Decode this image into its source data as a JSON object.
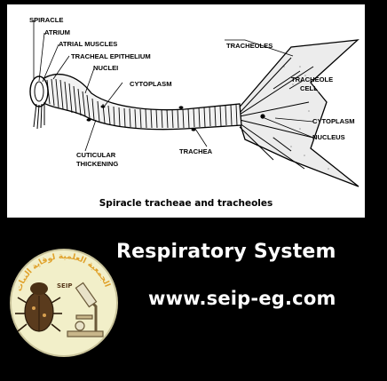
{
  "diagram": {
    "labels": {
      "spiracle": "SPIRACLE",
      "atrium": "ATRIUM",
      "atrial_muscles": "ATRIAL MUSCLES",
      "tracheal_epithelium": "TRACHEAL EPITHELIUM",
      "nuclei": "NUCLEI",
      "cytoplasm_trachea": "CYTOPLASM",
      "cuticular_thickening_1": "CUTICULAR",
      "cuticular_thickening_2": "THICKENING",
      "trachea": "TRACHEA",
      "tracheoles": "TRACHEOLES",
      "tracheole_cell_1": "TRACHEOLE",
      "tracheole_cell_2": "CELL",
      "cytoplasm_cell": "CYTOPLASM",
      "nucleus": "NUCLEUS"
    },
    "caption": "Spiracle tracheae and tracheoles"
  },
  "banner": {
    "title": "Respiratory System",
    "url": "www.seip-eg.com"
  },
  "logo": {
    "badge_text": "SEIP",
    "arc_text": "الجمعية العلمية لوقاية النبات"
  },
  "colors": {
    "background": "#000000",
    "panel": "#ffffff",
    "logo_ring": "#f2efc9",
    "logo_text": "#e0a12a",
    "beetle": "#5a3b1d"
  }
}
